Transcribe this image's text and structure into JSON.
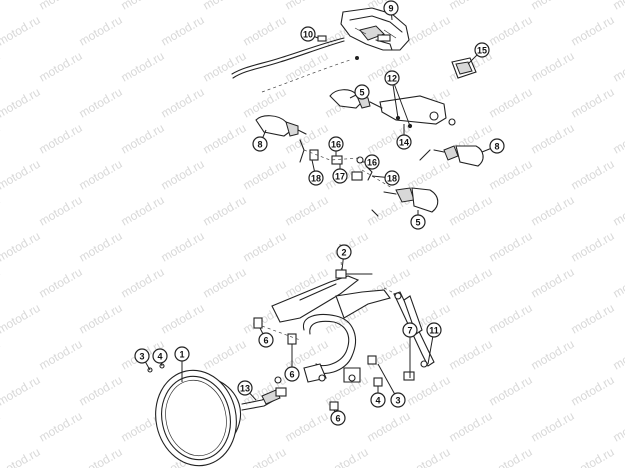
{
  "watermark": {
    "text": "motod.ru"
  },
  "callouts": [
    {
      "id": "c9",
      "label": "9"
    },
    {
      "id": "c10",
      "label": "10"
    },
    {
      "id": "c15",
      "label": "15"
    },
    {
      "id": "c12",
      "label": "12"
    },
    {
      "id": "c5a",
      "label": "5"
    },
    {
      "id": "c14",
      "label": "14"
    },
    {
      "id": "c8a",
      "label": "8"
    },
    {
      "id": "c8b",
      "label": "8"
    },
    {
      "id": "c16a",
      "label": "16"
    },
    {
      "id": "c16b",
      "label": "16"
    },
    {
      "id": "c17",
      "label": "17"
    },
    {
      "id": "c18a",
      "label": "18"
    },
    {
      "id": "c18b",
      "label": "18"
    },
    {
      "id": "c5b",
      "label": "5"
    },
    {
      "id": "c2",
      "label": "2"
    },
    {
      "id": "c6a",
      "label": "6"
    },
    {
      "id": "c7",
      "label": "7"
    },
    {
      "id": "c11",
      "label": "11"
    },
    {
      "id": "c3a",
      "label": "3"
    },
    {
      "id": "c4a",
      "label": "4"
    },
    {
      "id": "c1",
      "label": "1"
    },
    {
      "id": "c13",
      "label": "13"
    },
    {
      "id": "c6b",
      "label": "6"
    },
    {
      "id": "c4b",
      "label": "4"
    },
    {
      "id": "c3b",
      "label": "3"
    },
    {
      "id": "c6c",
      "label": "6"
    }
  ]
}
